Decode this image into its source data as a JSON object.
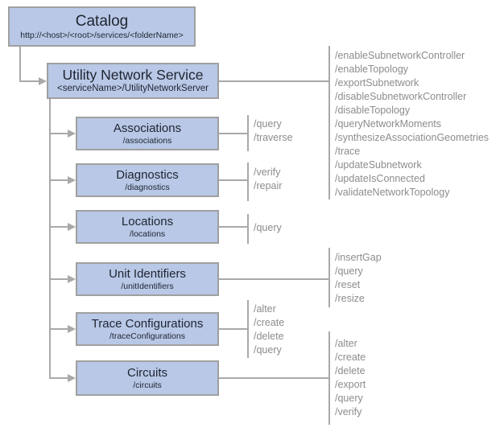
{
  "colors": {
    "box_fill": "#b8c8e6",
    "box_border": "#a0a0a0",
    "connector": "#a9a9a9",
    "operation_text": "#8c8c8c",
    "box_text": "#1f2430"
  },
  "catalog": {
    "title": "Catalog",
    "subtitle": "http://<host>/<root>/services/<folderName>"
  },
  "service": {
    "title": "Utility Network Service",
    "subtitle": "<serviceName>/UtilityNetworkServer",
    "operations": [
      "/enableSubnetworkController",
      "/enableTopology",
      "/exportSubnetwork",
      "/disableSubnetworkController",
      "/disableTopology",
      "/queryNetworkMoments",
      "/synthesizeAssociationGeometries",
      "/trace",
      "/updateSubnetwork",
      "/updateIsConnected",
      "/validateNetworkTopology"
    ]
  },
  "resources": [
    {
      "title": "Associations",
      "subtitle": "/associations",
      "operations": [
        "/query",
        "/traverse"
      ]
    },
    {
      "title": "Diagnostics",
      "subtitle": "/diagnostics",
      "operations": [
        "/verify",
        "/repair"
      ]
    },
    {
      "title": "Locations",
      "subtitle": "/locations",
      "operations": [
        "/query"
      ]
    },
    {
      "title": "Unit Identifiers",
      "subtitle": "/unitIdentifiers",
      "operations": [
        "/insertGap",
        "/query",
        "/reset",
        "/resize"
      ]
    },
    {
      "title": "Trace Configurations",
      "subtitle": "/traceConfigurations",
      "operations": [
        "/alter",
        "/create",
        "/delete",
        "/query"
      ]
    },
    {
      "title": "Circuits",
      "subtitle": "/circuits",
      "operations": [
        "/alter",
        "/create",
        "/delete",
        "/export",
        "/query",
        "/verify"
      ]
    }
  ]
}
